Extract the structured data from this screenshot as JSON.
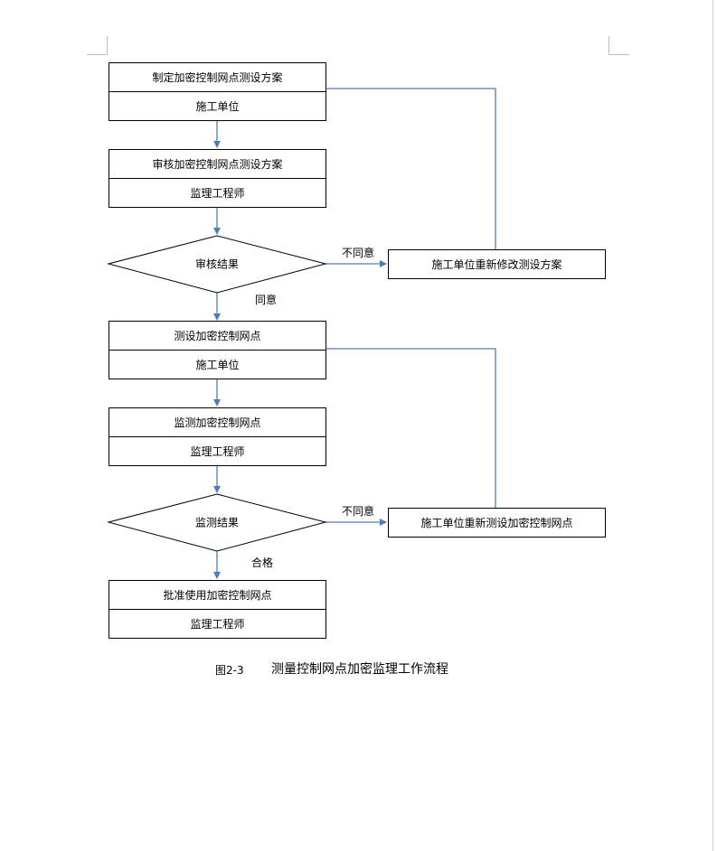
{
  "boxes": {
    "formulate": {
      "task": "制定加密控制网点测设方案",
      "actor": "施工单位"
    },
    "review": {
      "task": "审核加密控制网点测设方案",
      "actor": "监理工程师"
    },
    "survey": {
      "task": "测设加密控制网点",
      "actor": "施工单位"
    },
    "monitor": {
      "task": "监测加密控制网点",
      "actor": "监理工程师"
    },
    "approve": {
      "task": "批准使用加密控制网点",
      "actor": "监理工程师"
    }
  },
  "decisions": {
    "review_result": "审核结果",
    "monitor_result": "监测结果"
  },
  "side_boxes": {
    "revise_plan": "施工单位重新修改测设方案",
    "resurvey": "施工单位重新测设加密控制网点"
  },
  "edge_labels": {
    "disagree_1": "不同意",
    "agree": "同意",
    "disagree_2": "不同意",
    "qualified": "合格"
  },
  "caption": {
    "number": "图2-3",
    "title": "测量控制网点加密监理工作流程"
  },
  "colors": {
    "connector": "#4a7ebb",
    "box_border": "#000000"
  }
}
